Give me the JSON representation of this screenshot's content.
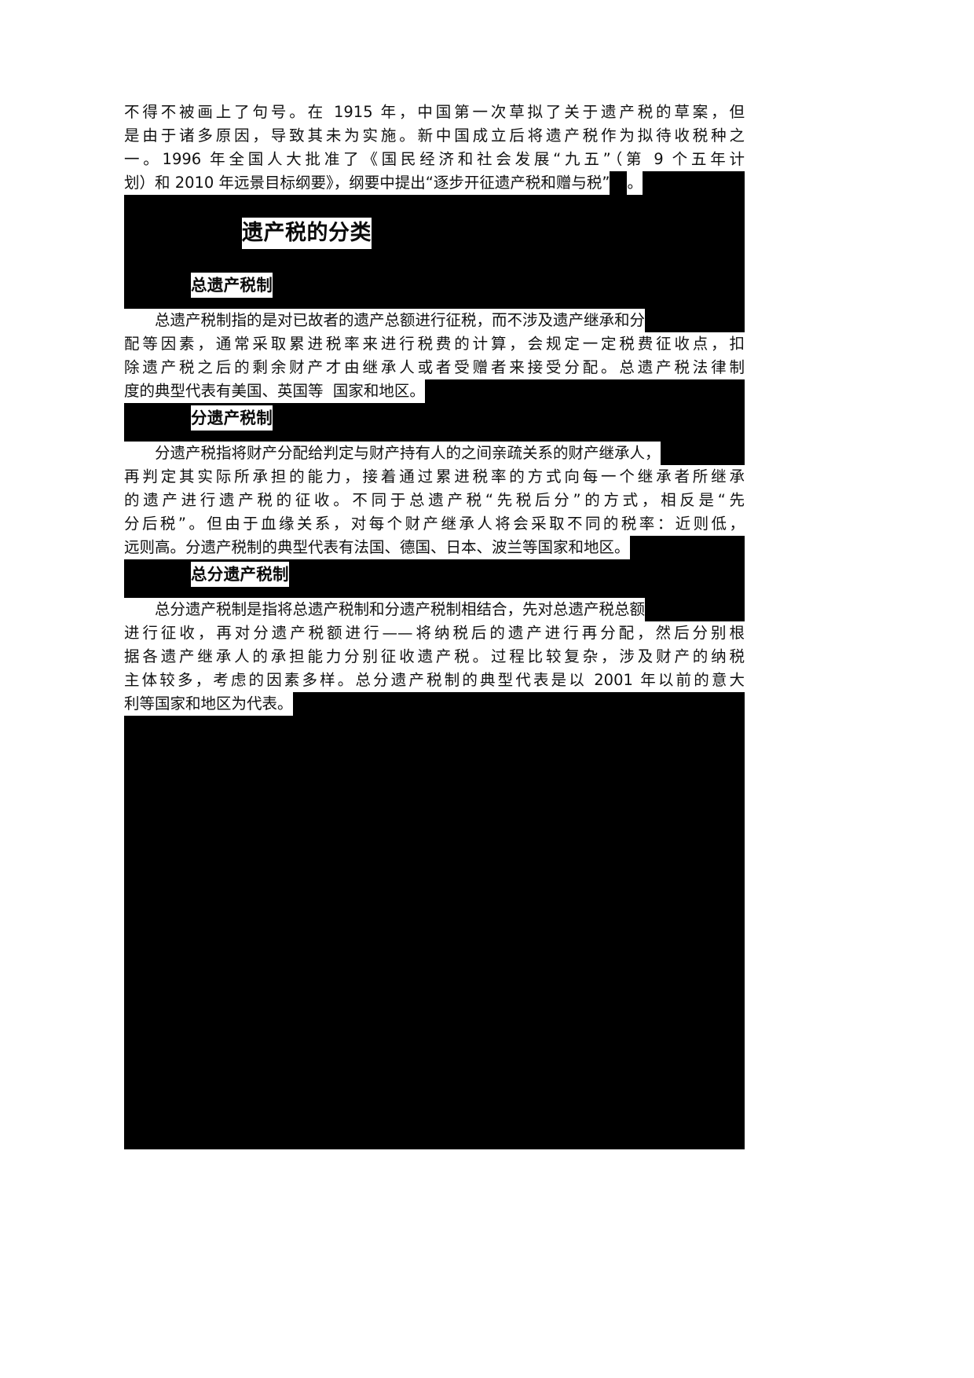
{
  "document": {
    "language": "zh-CN",
    "page_background": "#ffffff",
    "block_background": "#000000",
    "text_strip_background": "#ffffff",
    "text_color": "#111111"
  },
  "body": {
    "opening_paragraph": {
      "lines": [
        "不得不被画上了句号。在 1915 年，中国第一次草拟了关于遗产税的草案，但",
        "是由于诸多原因，导致其未为实施。新中国成立后将遗产税作为拟待收税种之",
        "一。1996 年全国人大批准了《国民经济和社会发展“九五”（第 9 个五年计",
        "划）和 2010 年远景目标纲要》，纲要中提出“逐步开征遗产税和赠与税”"
      ],
      "trailing_fragment": "。"
    },
    "section_title": "遗产税的分类",
    "subsections": [
      {
        "heading": "总遗产税制",
        "lines": [
          "　　总遗产税制指的是对已故者的遗产总额进行征税，而不涉及遗产继承和分",
          "配等因素，通常采取累进税率来进行税费的计算，会规定一定税费征收点，扣",
          "除遗产税之后的剩余财产才由继承人或者受赠者来接受分配。总遗产税法律制",
          "度的典型代表有美国、英国等  国家和地区。"
        ]
      },
      {
        "heading": "分遗产税制",
        "lines": [
          "　　分遗产税指将财产分配给判定与财产持有人的之间亲疏关系的财产继承人，",
          "再判定其实际所承担的能力，接着通过累进税率的方式向每一个继承者所继承",
          "的遗产进行遗产税的征收。不同于总遗产税“先税后分”的方式，相反是“先",
          "分后税”。但由于血缘关系，对每个财产继承人将会采取不同的税率：近则低，",
          "远则高。分遗产税制的典型代表有法国、德国、日本、波兰等国家和地区。"
        ]
      },
      {
        "heading": "总分遗产税制",
        "lines": [
          "　　总分遗产税制是指将总遗产税制和分遗产税制相结合，先对总遗产税总额",
          "进行征收，再对分遗产税额进行——将纳税后的遗产进行再分配，然后分别根",
          "据各遗产继承人的承担能力分别征收遗产税。过程比较复杂，涉及财产的纳税",
          "主体较多，考虑的因素多样。总分遗产税制的典型代表是以 2001 年以前的意大",
          "利等国家和地区为代表。"
        ]
      }
    ]
  }
}
